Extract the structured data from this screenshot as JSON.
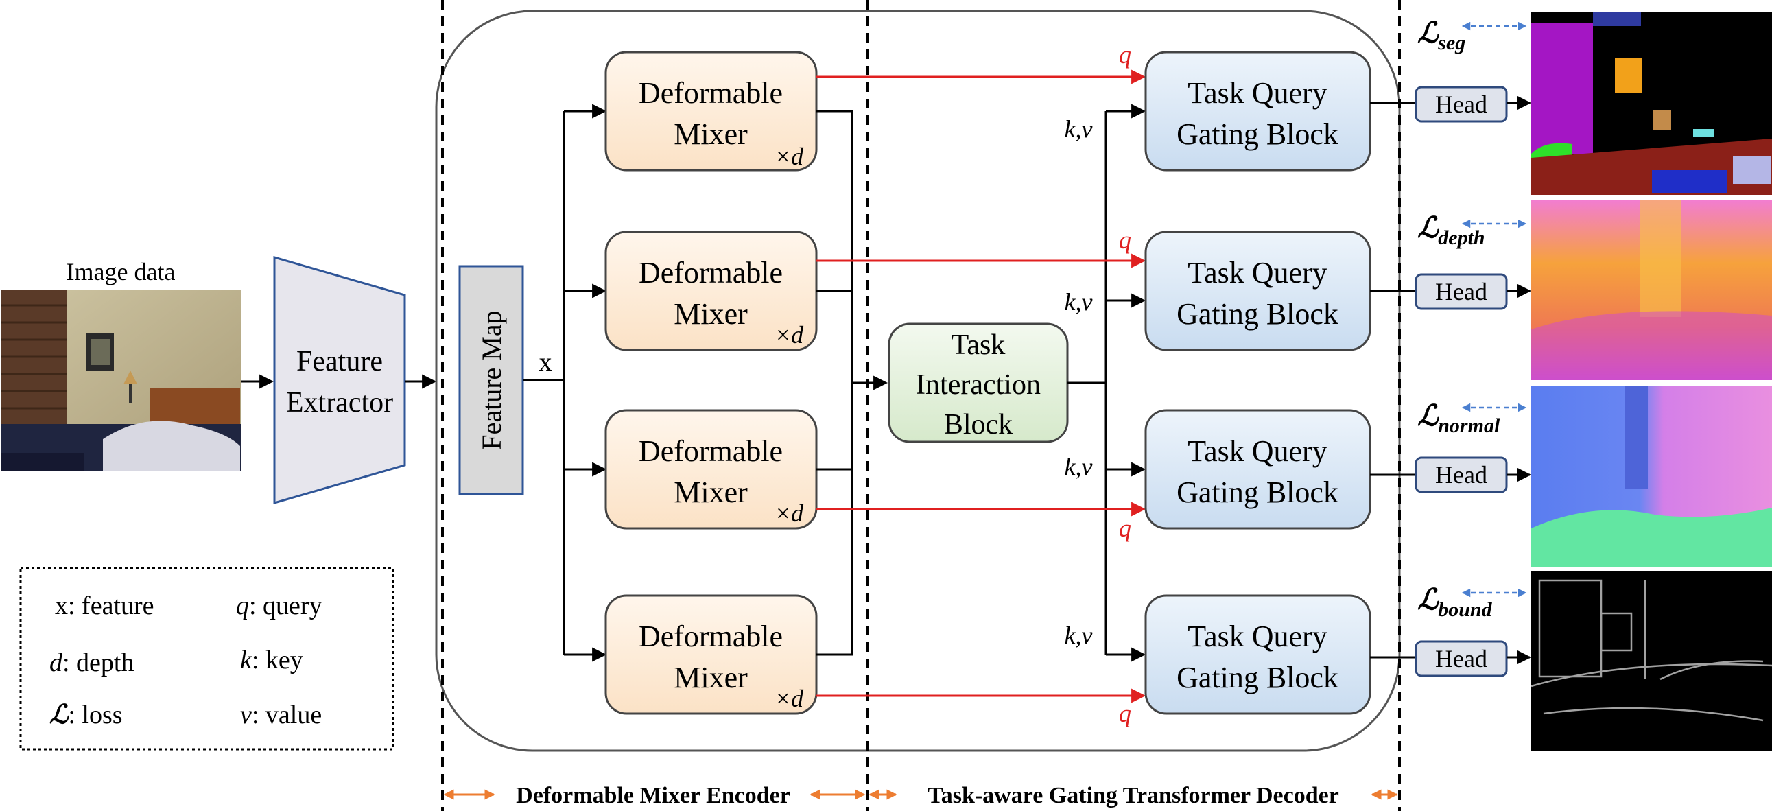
{
  "input": {
    "label": "Image data"
  },
  "feature_extractor": {
    "line1": "Feature",
    "line2": "Extractor"
  },
  "feature_map": {
    "label": "Feature Map"
  },
  "x_label": "x",
  "mixers": [
    {
      "line1": "Deformable",
      "line2": "Mixer",
      "repeat": "×d"
    },
    {
      "line1": "Deformable",
      "line2": "Mixer",
      "repeat": "×d"
    },
    {
      "line1": "Deformable",
      "line2": "Mixer",
      "repeat": "×d"
    },
    {
      "line1": "Deformable",
      "line2": "Mixer",
      "repeat": "×d"
    }
  ],
  "interaction": {
    "line1": "Task",
    "line2": "Interaction",
    "line3": "Block"
  },
  "gates": [
    {
      "line1": "Task Query",
      "line2": "Gating Block",
      "kv": "k,v",
      "q": "q"
    },
    {
      "line1": "Task Query",
      "line2": "Gating Block",
      "kv": "k,v",
      "q": "q"
    },
    {
      "line1": "Task Query",
      "line2": "Gating Block",
      "kv": "k,v",
      "q": "q"
    },
    {
      "line1": "Task Query",
      "line2": "Gating Block",
      "kv": "k,v",
      "q": "q"
    }
  ],
  "heads": [
    {
      "label": "Head",
      "loss_symbol": "ℒ",
      "loss_sub": "seg"
    },
    {
      "label": "Head",
      "loss_symbol": "ℒ",
      "loss_sub": "depth"
    },
    {
      "label": "Head",
      "loss_symbol": "ℒ",
      "loss_sub": "normal"
    },
    {
      "label": "Head",
      "loss_symbol": "ℒ",
      "loss_sub": "bound"
    }
  ],
  "legend": {
    "x_sym": "x",
    "x_text": ": feature",
    "d_sym": "d",
    "d_text": ": depth",
    "l_sym": "ℒ",
    "l_text": ": loss",
    "q_sym": "q",
    "q_text": ": query",
    "k_sym": "k",
    "k_text": ": key",
    "v_sym": "v",
    "v_text": ": value"
  },
  "bottom_labels": {
    "encoder": "Deformable Mixer Encoder",
    "decoder": "Task-aware Gating Transformer Decoder"
  },
  "colors": {
    "mixer_fill": "#fdebd7",
    "gate_fill": "#d6e6f5",
    "interaction_fill": "#e3f0da",
    "feature_map_fill": "#d9d9d9",
    "head_fill": "#dfe3ec",
    "head_stroke": "#2f4a7d",
    "q_arrow": "#e02020",
    "loss_arrow": "#4a7fd0",
    "span_arrow": "#ed7d31"
  },
  "icons": {
    "scene_photo": "bedroom-photo-thumbnail",
    "seg_map": "segmentation-map-thumbnail",
    "depth_map": "depth-map-thumbnail",
    "normal_map": "surface-normal-map-thumbnail",
    "bound_map": "boundary-edge-map-thumbnail"
  }
}
